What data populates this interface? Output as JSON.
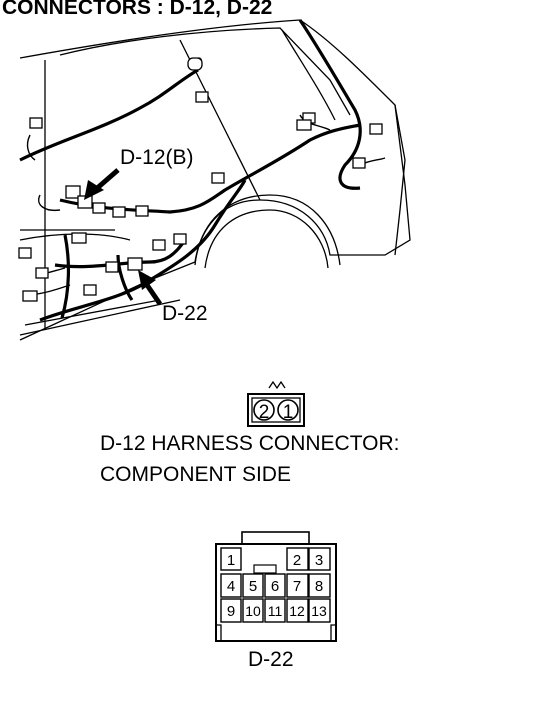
{
  "title": "CONNECTORS : D-12, D-22",
  "callouts": {
    "d12": "D-12(B)",
    "d22": "D-22"
  },
  "d12_connector": {
    "pins": [
      "2",
      "1"
    ],
    "caption_line1": "D-12 HARNESS CONNECTOR:",
    "caption_line2": "COMPONENT SIDE"
  },
  "d22_connector": {
    "pins": [
      "1",
      "2",
      "3",
      "4",
      "5",
      "6",
      "7",
      "8",
      "9",
      "10",
      "11",
      "12",
      "13"
    ],
    "label": "D-22"
  }
}
